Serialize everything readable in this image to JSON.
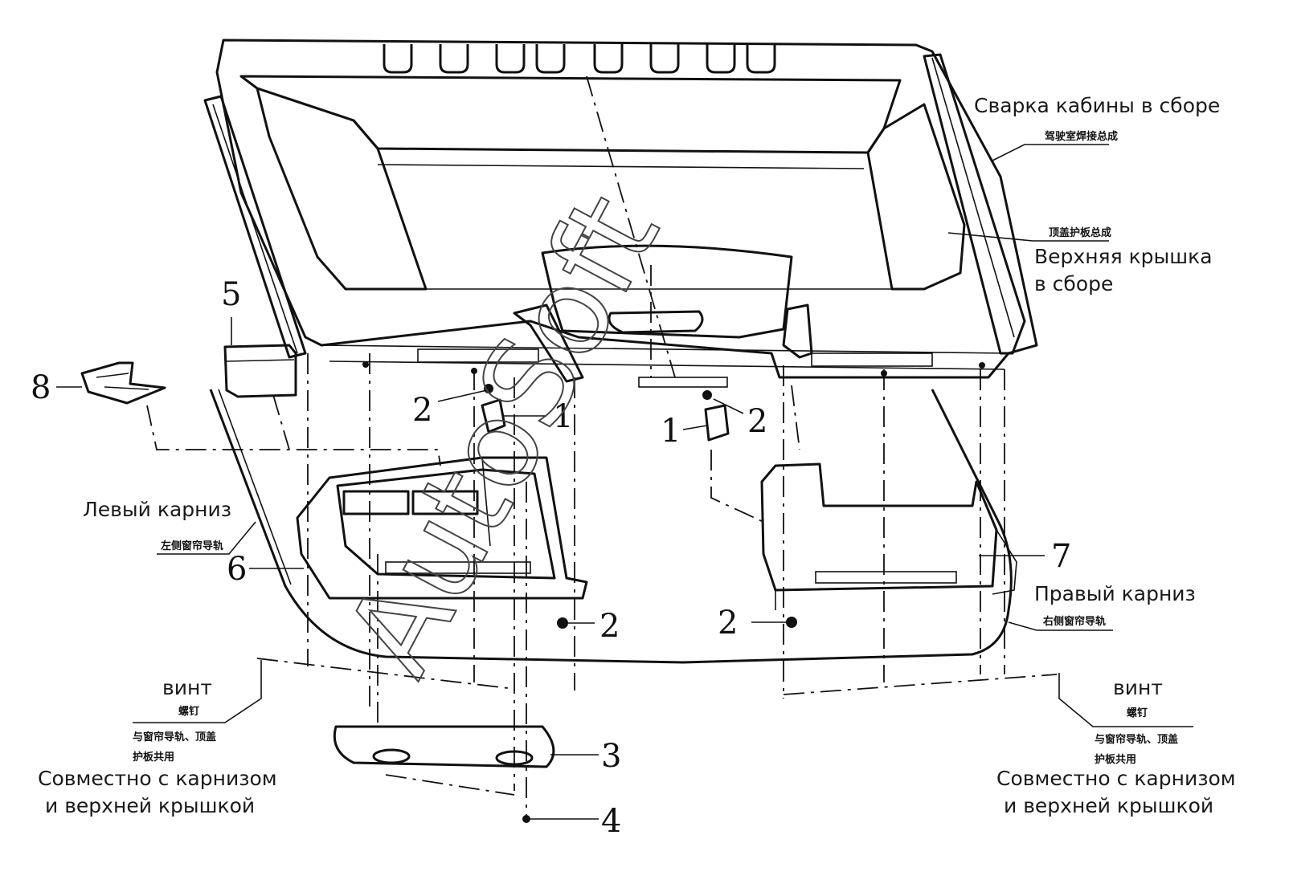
{
  "labels": {
    "cab_weld": "Сварка кабины в сборе",
    "cab_weld_cn": "驾驶室焊接总成",
    "top_cover_cn": "顶盖护板总成",
    "top_cover_line1": "Верхняя крышка",
    "top_cover_line2": "в сборе",
    "left_rail": "Левый карниз",
    "left_rail_cn": "左侧窗帘导轨",
    "right_rail": "Правый карниз",
    "right_rail_cn": "右侧窗帘导轨",
    "screw_left": "винт",
    "screw_left_cn": "螺钉",
    "joint_left_cn1": "与窗帘导轨、顶盖",
    "joint_left_cn2": "护板共用",
    "joint_left_line1": "Совместно с карнизом",
    "joint_left_line2": "и верхней крышкой",
    "screw_right": "винт",
    "screw_right_cn": "螺钉",
    "joint_right_cn1": "与窗帘导轨、顶盖",
    "joint_right_cn2": "护板共用",
    "joint_right_line1": "Совместно с карнизом",
    "joint_right_line2": "и верхней крышкой"
  },
  "callouts": {
    "n1_left": "1",
    "n1_right": "1",
    "n2_top_left": "2",
    "n2_top_right": "2",
    "n2_bottom_left": "2",
    "n2_bottom_right": "2",
    "n3": "3",
    "n4": "4",
    "n5": "5",
    "n6": "6",
    "n7": "7",
    "n8": "8"
  },
  "watermark": "AutoSoft"
}
